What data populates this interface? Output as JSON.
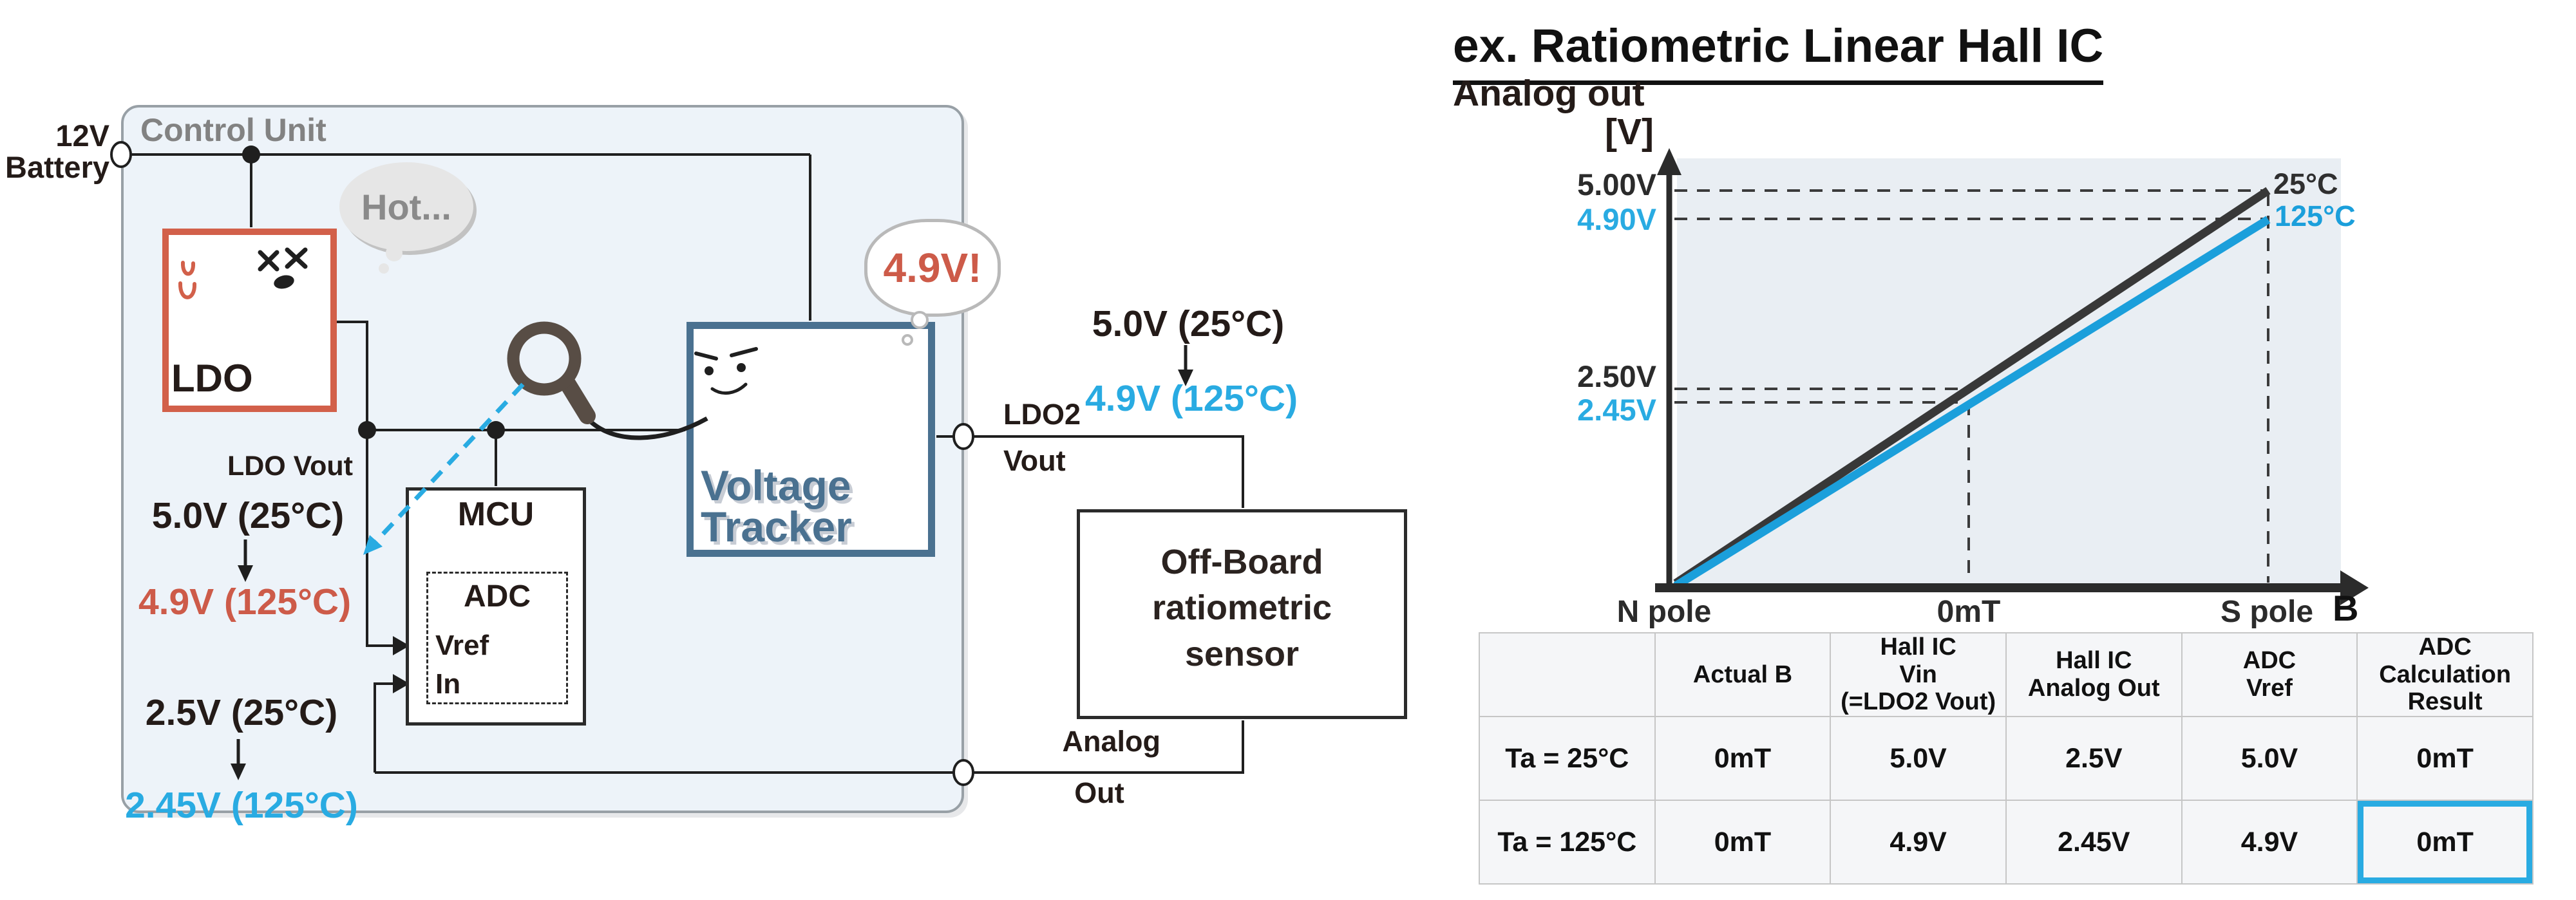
{
  "colors": {
    "cyan": "#29abe2",
    "red": "#cd5b49",
    "ldo_border": "#d2604a",
    "vt_blue": "#4a7190",
    "wire": "#1f1f1f",
    "cu_bg": "#edf3f9",
    "cu_border": "#98a0a6",
    "bubble_gray": "#e6e6e6",
    "bubble_text": "#8a8a8a",
    "chart_bg": "#e9eef3",
    "line_dark": "#383838",
    "line_blue": "#1b9fdb",
    "table_bg": "#f5f6f8",
    "table_border": "#c6c6c6",
    "magnifier": "#584d45"
  },
  "diagram": {
    "battery": {
      "line1": "12V",
      "line2": "Battery"
    },
    "control_unit": "Control Unit",
    "ldo": "LDO",
    "hot_bubble": "Hot...",
    "voltage_bubble": "4.9V!",
    "mcu": "MCU",
    "adc": "ADC",
    "adc_vref": "Vref",
    "adc_in": "In",
    "vt": {
      "line1": "Voltage",
      "line2": "Tracker"
    },
    "sensor": {
      "line1": "Off-Board",
      "line2": "ratiometric",
      "line3": "sensor"
    },
    "ldo_vout_label": "LDO Vout",
    "ldo_vout_25": "5.0V (25°C)",
    "ldo_vout_125": "4.9V (125°C)",
    "adc_ref_25": "2.5V (25°C)",
    "adc_ref_125": "2.45V (125°C)",
    "ldo2": {
      "line1": "LDO2",
      "line2": "Vout"
    },
    "ldo2_25": "5.0V (25°C)",
    "ldo2_125": "4.9V (125°C)",
    "analog_out": {
      "line1": "Analog",
      "line2": "Out"
    }
  },
  "chart": {
    "title": "ex. Ratiometric Linear Hall IC",
    "y_axis_label_line1": "Analog out",
    "y_axis_label_line2": "[V]",
    "y_ticks": {
      "v500": "5.00V",
      "v490": "4.90V",
      "v250": "2.50V",
      "v245": "2.45V"
    },
    "x_ticks": {
      "n": "N pole",
      "zero": "0mT",
      "s": "S pole",
      "axis": "B"
    },
    "series_labels": {
      "t25": "25°C",
      "t125": "125°C"
    }
  },
  "chart_data": {
    "type": "line",
    "title": "ex. Ratiometric Linear Hall IC",
    "xlabel": "B",
    "ylabel": "Analog out [V]",
    "x_categories": [
      "N pole",
      "0mT",
      "S pole"
    ],
    "series": [
      {
        "name": "25°C",
        "color": "#3a3a3a",
        "values": [
          0.0,
          2.5,
          5.0
        ]
      },
      {
        "name": "125°C",
        "color": "#1b9fdb",
        "values": [
          0.0,
          2.45,
          4.9
        ]
      }
    ],
    "ylim": [
      0,
      5.5
    ],
    "grid": false,
    "legend_position": "right-of-line-ends",
    "annotations": [
      "dashed guides at 5.00V, 4.90V, 2.50V, 2.45V",
      "dashed verticals at 0mT and S pole"
    ]
  },
  "table": {
    "headers": [
      "",
      "Actual B",
      "Hall IC\nVin\n(=LDO2 Vout)",
      "Hall IC\nAnalog Out",
      "ADC\nVref",
      "ADC\nCalculation\nResult"
    ],
    "rows": [
      {
        "cells": [
          "Ta = 25°C",
          "0mT",
          "5.0V",
          "2.5V",
          "5.0V",
          "0mT"
        ]
      },
      {
        "cells": [
          "Ta = 125°C",
          "0mT",
          "4.9V",
          "2.45V",
          "4.9V",
          "0mT"
        ]
      }
    ]
  }
}
